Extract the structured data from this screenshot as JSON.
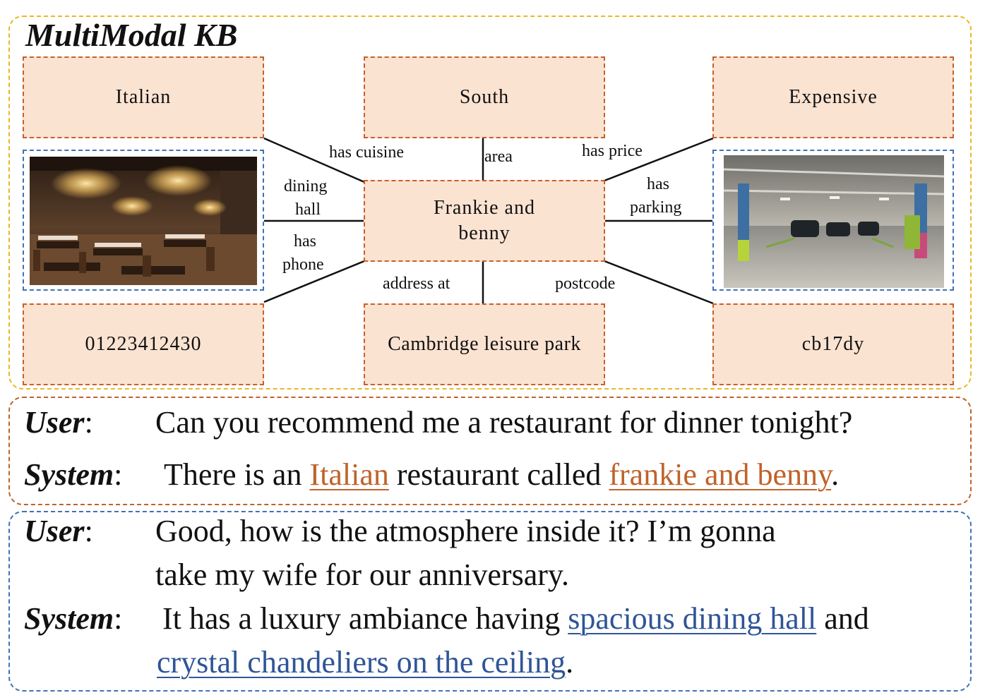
{
  "kb": {
    "title": "MultiModal KB",
    "nodes": {
      "cuisine": "Italian",
      "area": "South",
      "price": "Expensive",
      "center": "Frankie and benny",
      "phone": "01223412430",
      "address": "Cambridge leisure park",
      "postcode": "cb17dy"
    },
    "edges": {
      "has_cuisine": "has cuisine",
      "area": "area",
      "has_price": "has price",
      "dining_hall_1": "dining",
      "dining_hall_2": "hall",
      "has_parking_1": "has",
      "has_parking_2": "parking",
      "has_phone_1": "has",
      "has_phone_2": "phone",
      "address_at": "address at",
      "postcode": "postcode"
    }
  },
  "dialogue1": {
    "user_speaker": "User",
    "user_text": "Can you recommend me a restaurant for dinner tonight?",
    "system_speaker": "System",
    "system_text_1": "There is an ",
    "system_entity_1": "Italian",
    "system_text_2": " restaurant called ",
    "system_entity_2": "frankie and benny",
    "system_text_3": "."
  },
  "dialogue2": {
    "user_speaker": "User",
    "user_line_1": "Good, how is the atmosphere inside it? I’m gonna",
    "user_line_2": "take my wife for our anniversary.",
    "system_speaker": "System",
    "system_text_1": "It has a luxury ambiance having ",
    "system_entity_1": "spacious dining hall",
    "system_text_2": " and",
    "system_entity_2": "crystal chandeliers on the ceiling",
    "system_text_3": "."
  },
  "colors": {
    "kb_border": "#e8b923",
    "node_fill": "#fbe3d2",
    "node_border": "#c7602a",
    "image_border": "#3f72b5",
    "entity_orange": "#c0622a",
    "entity_blue": "#2f5597"
  }
}
